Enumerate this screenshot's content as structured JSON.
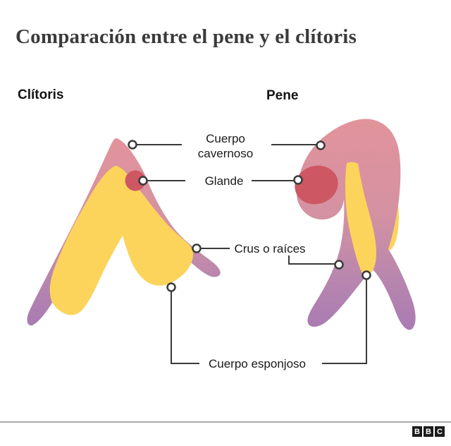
{
  "title": "Comparación entre el pene y el clítoris",
  "sections": {
    "left": "Clítoris",
    "right": "Pene"
  },
  "annotations": {
    "cavernoso": "Cuerpo cavernoso",
    "glande": "Glande",
    "crus": "Crus o raíces",
    "esponjoso": "Cuerpo esponjoso"
  },
  "footer": {
    "logo": [
      "B",
      "B",
      "C"
    ]
  },
  "colors": {
    "pink": "#e2939c",
    "mauve": "#c98da8",
    "purple": "#a87bb2",
    "yellow": "#fcd45c",
    "red": "#cd5763",
    "line": "#3a3a3a",
    "title_text": "#3b3b3b",
    "label_text": "#141414",
    "divider": "#ababab",
    "logo_bg": "#1c1c1c"
  }
}
